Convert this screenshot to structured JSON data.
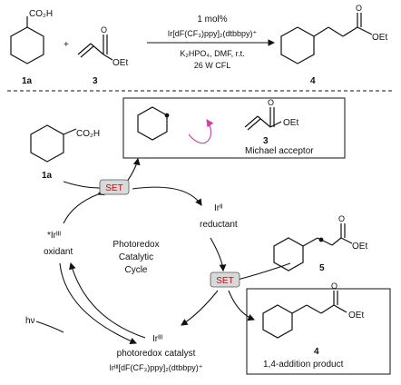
{
  "reaction": {
    "reactant1_substituent": "CO₂H",
    "reactant1_label": "1a",
    "plus": "+",
    "reactant2_substituent": "OEt",
    "reactant2_label": "3",
    "cond_line1": "1 mol%",
    "cond_line2": "Ir[dF(CF₃)ppy]₂(dtbbpy)⁺",
    "cond_line3": "K₂HPO₄, DMF, r.t.",
    "cond_line4": "26 W CFL",
    "product_substituent": "OEt",
    "product_label": "4"
  },
  "cycle": {
    "radical_box": {
      "acceptor_oet": "OEt",
      "acceptor_label": "3",
      "acceptor_caption": "Michael acceptor"
    },
    "acid_substituent": "CO₂H",
    "acid_label": "1a",
    "set_top": "SET",
    "set_bottom": "SET",
    "ir_reduced": "Irᴵᴵ",
    "reductant": "reductant",
    "ir_excited": "*Irᴵᴵᴵ",
    "oxidant": "oxidant",
    "center_line1": "Photoredox",
    "center_line2": "Catalytic",
    "center_line3": "Cycle",
    "radical5_oet": "OEt",
    "radical5_label": "5",
    "hv": "hν",
    "ir_ground": "Irᴵᴵᴵ",
    "catalyst_label": "photoredox catalyst",
    "catalyst_formula": "Irᴵᴵᴵ[dF(CF₃)ppy]₂(dtbbpy)⁺",
    "product_oet": "OEt",
    "product_label": "4",
    "product_caption": "1,4-addition product"
  },
  "colors": {
    "set_fill": "#d9d9d9",
    "set_text": "#e00000",
    "curly_arrow": "#cc44aa",
    "ink": "#111111"
  }
}
